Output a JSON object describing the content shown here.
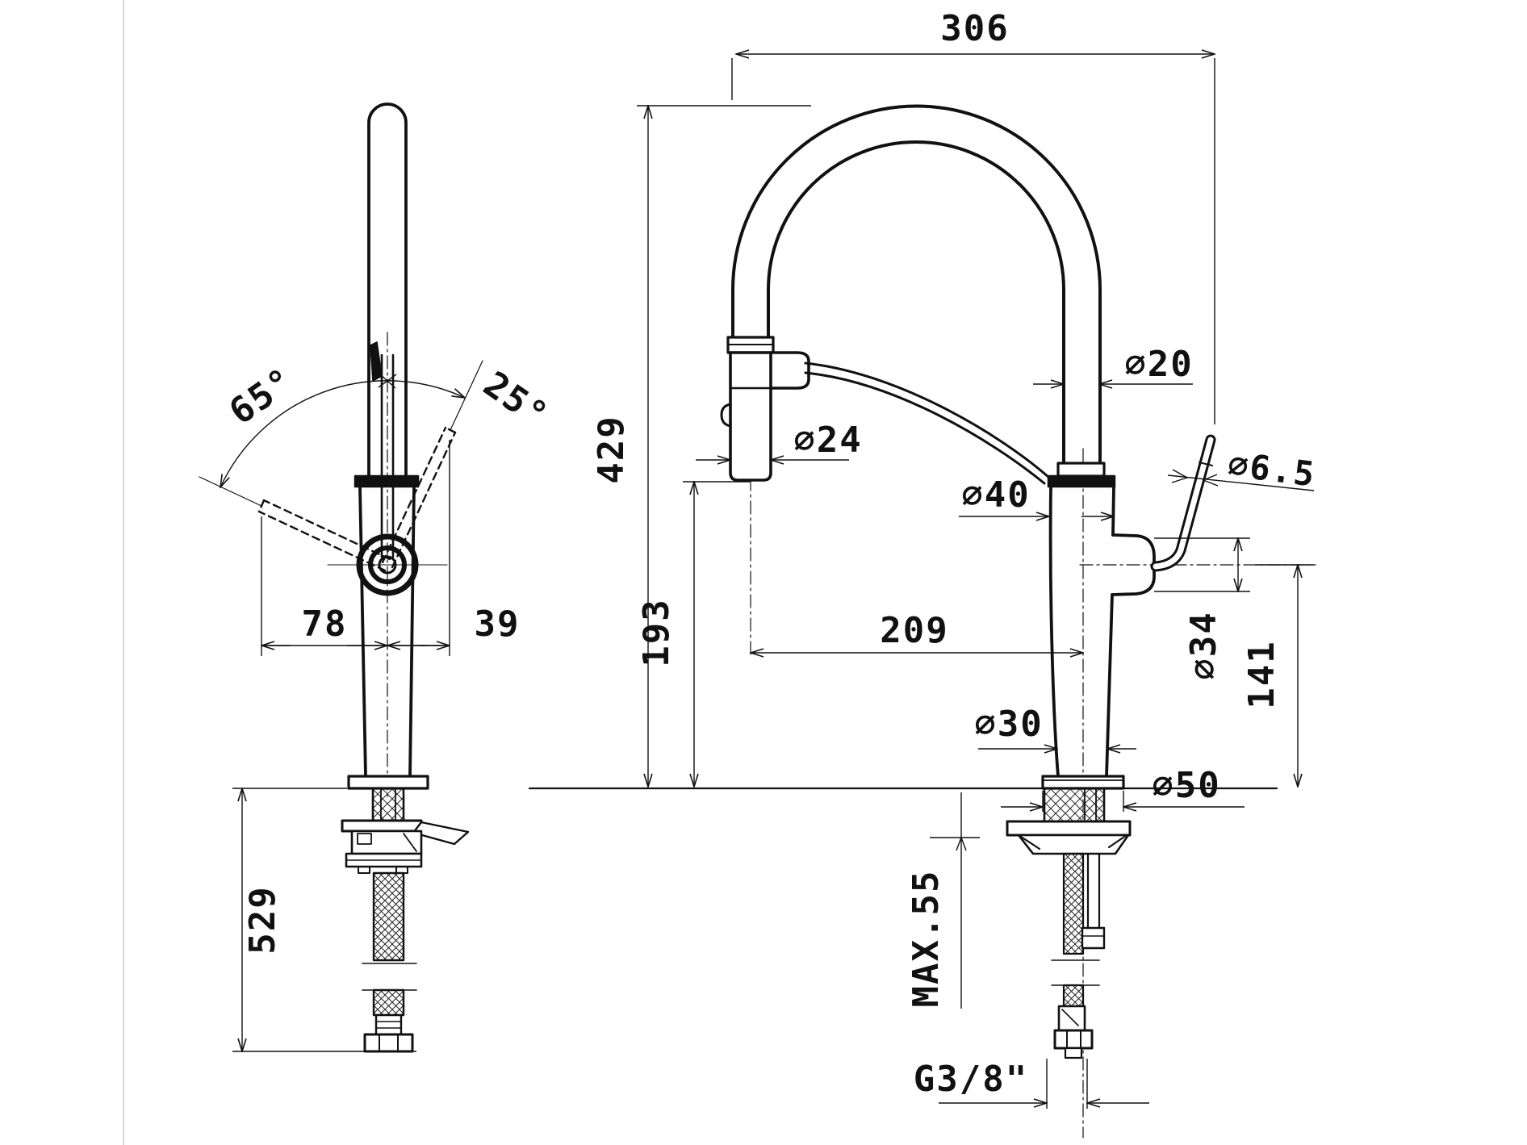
{
  "drawing": {
    "dimensions": {
      "overall_depth": "306",
      "overall_height": "429",
      "spout_height": "193",
      "spray_head_diameter": "∅24",
      "spout_tube_diameter": "∅20",
      "body_top_diameter": "∅40",
      "lever_rod_diameter": "∅6.5",
      "spout_reach": "209",
      "body_bottom_diameter": "∅30",
      "handle_boss_diameter": "∅34",
      "handle_height": "141",
      "base_diameter": "∅50",
      "max_counter_thickness": "MAX.55",
      "supply_connection": "G3/8\"",
      "handle_open_angle": "65°",
      "handle_close_angle": "25°",
      "handle_offset_open": "78",
      "handle_offset_close": "39",
      "under_counter_length": "529"
    }
  }
}
